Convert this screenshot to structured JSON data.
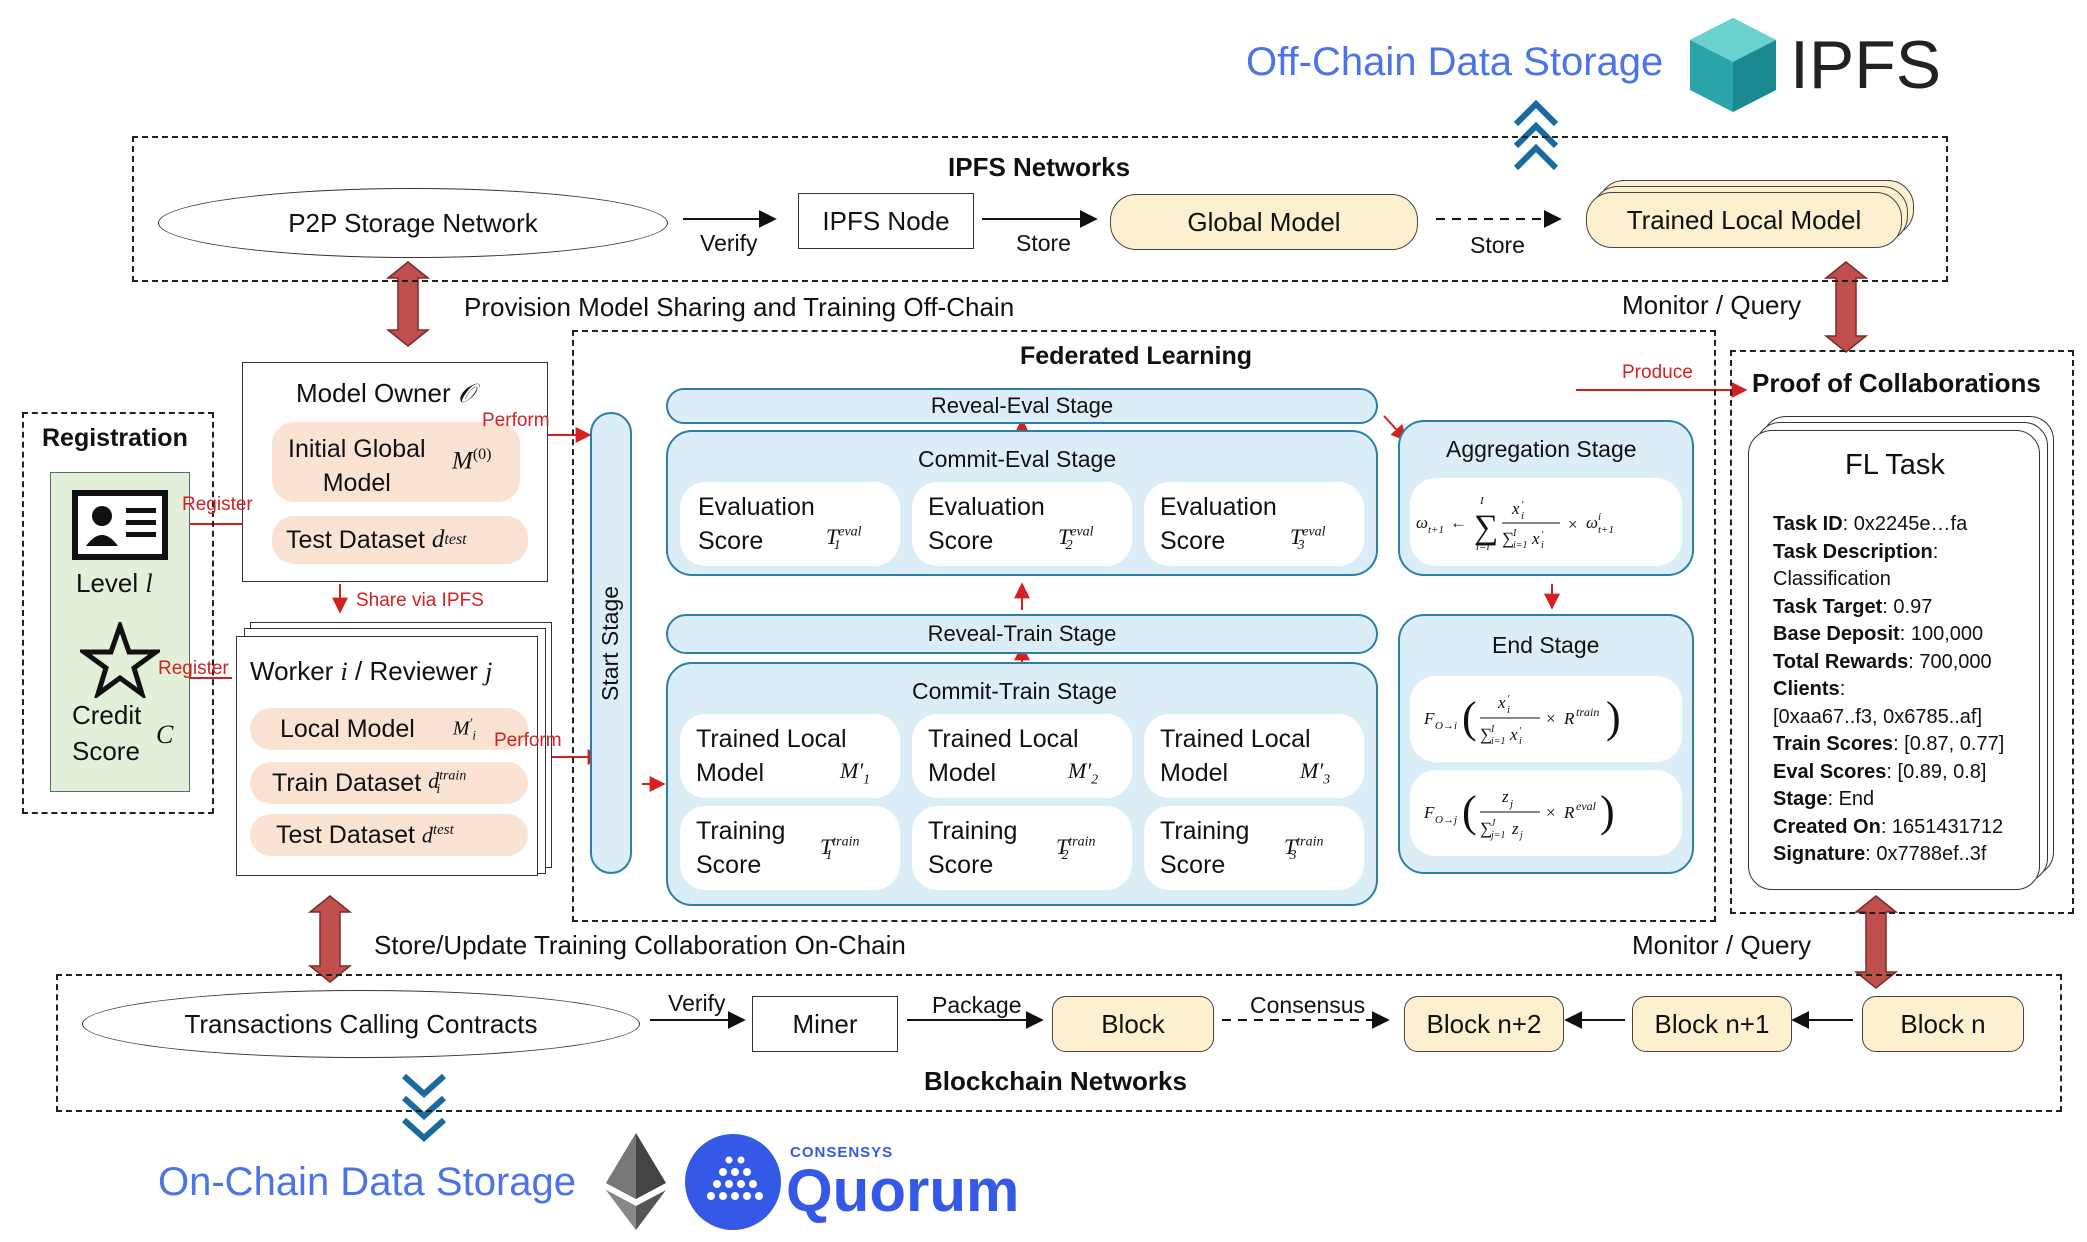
{
  "top_storage": {
    "label": "Off-Chain Data Storage",
    "logo_text": "IPFS"
  },
  "ipfs_networks": {
    "title": "IPFS Networks",
    "p2p": "P2P Storage Network",
    "verify": "Verify",
    "ipfs_node": "IPFS Node",
    "store1": "Store",
    "global_model": "Global Model",
    "store2": "Store",
    "trained_local_model": "Trained Local Model"
  },
  "provision_label": "Provision Model Sharing and Training Off-Chain",
  "monitor_top": "Monitor / Query",
  "monitor_bottom": "Monitor / Query",
  "store_update_label": "Store/Update Training Collaboration On-Chain",
  "registration": {
    "title": "Registration",
    "level": "Level",
    "level_sym": "l",
    "credit1": "Credit",
    "credit2": "Score",
    "credit_sym": "C"
  },
  "model_owner": {
    "title": "Model Owner",
    "title_sym": "𝒪",
    "initial1": "Initial Global",
    "initial2": "Model",
    "initial_sym": "M",
    "initial_sup": "(0)",
    "test": "Test Dataset",
    "test_sym": "d",
    "test_sup": "test"
  },
  "worker": {
    "title_a": "Worker",
    "title_i": "i",
    "title_b": "/ Reviewer",
    "title_j": "j",
    "local": "Local Model",
    "local_sym": "M",
    "local_sup": "′",
    "local_sub": "i",
    "train": "Train Dataset",
    "train_sym": "d",
    "train_sup": "train",
    "train_sub": "i",
    "test": "Test Dataset",
    "test_sym": "d",
    "test_sup": "test"
  },
  "arrows": {
    "register1": "Register",
    "register2": "Register",
    "perform1": "Perform",
    "perform2": "Perform",
    "share": "Share via IPFS",
    "produce": "Produce"
  },
  "fl": {
    "title": "Federated Learning",
    "start_stage": "Start Stage",
    "reveal_eval": "Reveal-Eval Stage",
    "commit_eval": "Commit-Eval Stage",
    "reveal_train": "Reveal-Train Stage",
    "commit_train": "Commit-Train Stage",
    "eval_cards": [
      {
        "l1": "Evaluation",
        "l2": "Score",
        "sym": "T",
        "sup": "eval",
        "sub": "1"
      },
      {
        "l1": "Evaluation",
        "l2": "Score",
        "sym": "T",
        "sup": "eval",
        "sub": "2"
      },
      {
        "l1": "Evaluation",
        "l2": "Score",
        "sym": "T",
        "sup": "eval",
        "sub": "3"
      }
    ],
    "model_cards": [
      {
        "l1": "Trained Local",
        "l2": "Model",
        "sym": "M′",
        "sub": "1"
      },
      {
        "l1": "Trained Local",
        "l2": "Model",
        "sym": "M′",
        "sub": "2"
      },
      {
        "l1": "Trained Local",
        "l2": "Model",
        "sym": "M′",
        "sub": "3"
      }
    ],
    "train_cards": [
      {
        "l1": "Training",
        "l2": "Score",
        "sym": "T",
        "sup": "train",
        "sub": "1"
      },
      {
        "l1": "Training",
        "l2": "Score",
        "sym": "T",
        "sup": "train",
        "sub": "2"
      },
      {
        "l1": "Training",
        "l2": "Score",
        "sym": "T",
        "sup": "train",
        "sub": "3"
      }
    ],
    "aggregation": "Aggregation Stage",
    "end_stage": "End Stage"
  },
  "poc": {
    "title": "Proof of Collaborations",
    "card_title": "FL Task",
    "rows": [
      {
        "k": "Task ID",
        "v": ": 0x2245e…fa"
      },
      {
        "k": "Task Description",
        "v": ":"
      },
      {
        "k": "",
        "v": "Classification"
      },
      {
        "k": "Task Target",
        "v": ": 0.97"
      },
      {
        "k": "Base Deposit",
        "v": ": 100,000"
      },
      {
        "k": "Total Rewards",
        "v": ": 700,000"
      },
      {
        "k": "Clients",
        "v": ":"
      },
      {
        "k": "",
        "v": "[0xaa67..f3, 0x6785..af]"
      },
      {
        "k": "Train Scores",
        "v": ": [0.87, 0.77]"
      },
      {
        "k": "Eval Scores",
        "v": ": [0.89, 0.8]"
      },
      {
        "k": "Stage",
        "v": ": End"
      },
      {
        "k": "Created On",
        "v": ": 1651431712"
      },
      {
        "k": "Signature",
        "v": ": 0x7788ef..3f"
      }
    ]
  },
  "blockchain": {
    "title": "Blockchain Networks",
    "transactions": "Transactions Calling Contracts",
    "verify": "Verify",
    "miner": "Miner",
    "package": "Package",
    "block": "Block",
    "consensus": "Consensus",
    "block_n2": "Block n+2",
    "block_n1": "Block n+1",
    "block_n": "Block n"
  },
  "bottom_storage": {
    "label": "On-Chain Data Storage",
    "brand_small": "CONSENSYS",
    "brand_big": "Quorum"
  },
  "colors": {
    "accent_blue": "#4b74e8",
    "arrow_red": "#c0504d",
    "stage_blue": "#dbeef7",
    "model_yellow": "#fdf0cf",
    "quorum_blue": "#3459e6"
  }
}
